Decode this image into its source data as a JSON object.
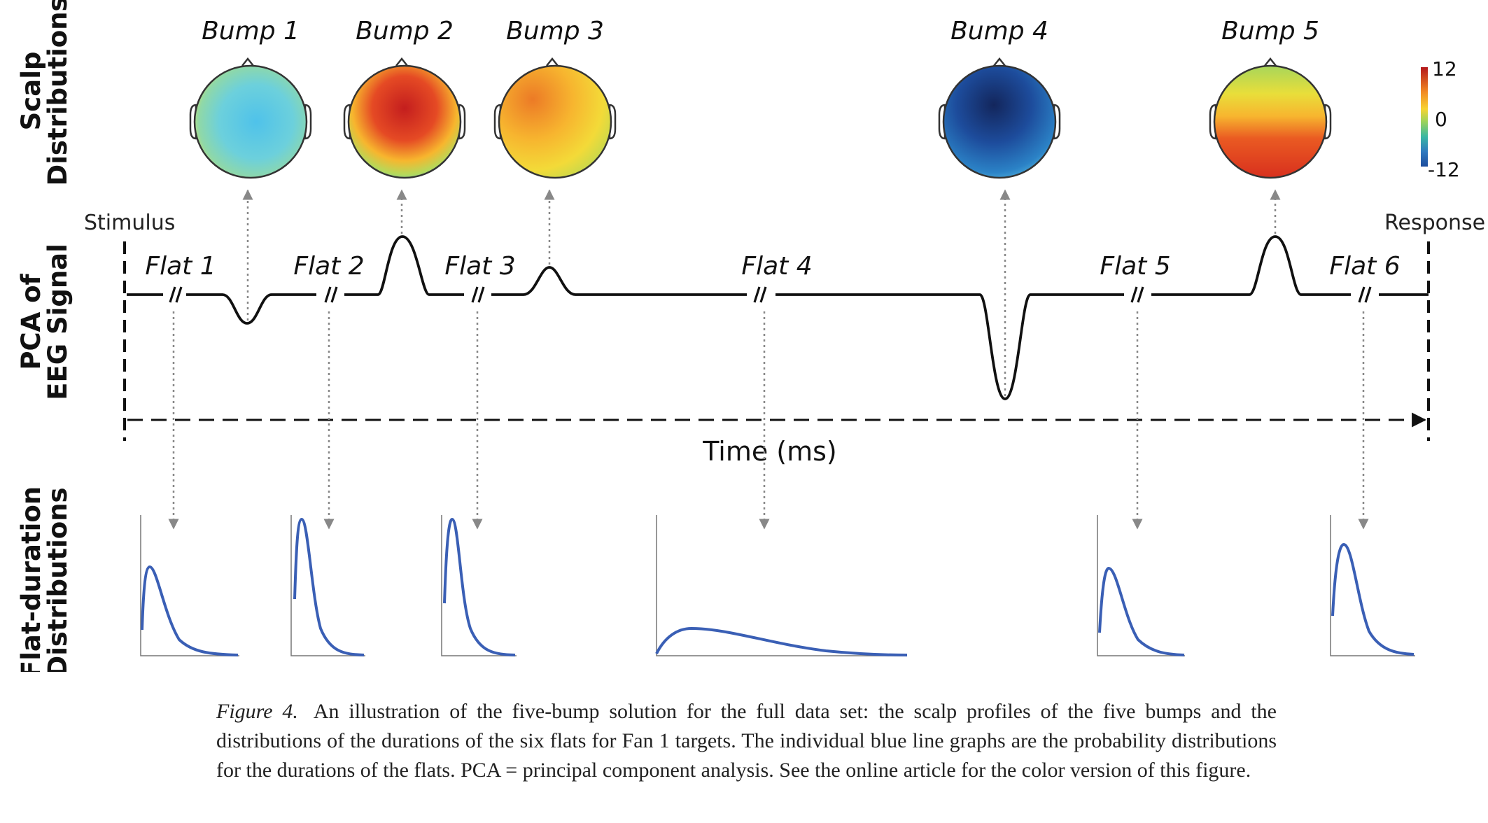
{
  "row_labels": {
    "scalp": [
      "Scalp",
      "Distributions"
    ],
    "pca": [
      "PCA of",
      "EEG Signal"
    ],
    "flat": [
      "Flat-duration",
      "Distributions"
    ]
  },
  "stimulus_label": "Stimulus",
  "response_label": "Response",
  "time_axis_label": "Time (ms)",
  "bumps": [
    {
      "label": "Bump 1",
      "polarity": "negative",
      "peak_color": "#5ec8e8"
    },
    {
      "label": "Bump 2",
      "polarity": "positive",
      "peak_color": "#d42222"
    },
    {
      "label": "Bump 3",
      "polarity": "positive",
      "peak_color": "#f2a62a"
    },
    {
      "label": "Bump 4",
      "polarity": "negative",
      "peak_color": "#14317a"
    },
    {
      "label": "Bump 5",
      "polarity": "positive",
      "peak_color": "#e84a1e"
    }
  ],
  "flats": [
    "Flat 1",
    "Flat 2",
    "Flat 3",
    "Flat 4",
    "Flat 5",
    "Flat 6"
  ],
  "colorbar": {
    "max": "12",
    "mid": "0",
    "min": "-12",
    "colors": [
      "#b4171b",
      "#f7c231",
      "#3ab7a3",
      "#1d4c9c"
    ]
  },
  "caption": {
    "label": "Figure 4.",
    "text": "An illustration of the five-bump solution for the full data set: the scalp profiles of the five bumps and the distributions of the durations of the six flats for Fan 1 targets. The individual blue line graphs are the probability distributions for the durations of the flats. PCA = principal component analysis. See the online article for the color version of this figure."
  }
}
